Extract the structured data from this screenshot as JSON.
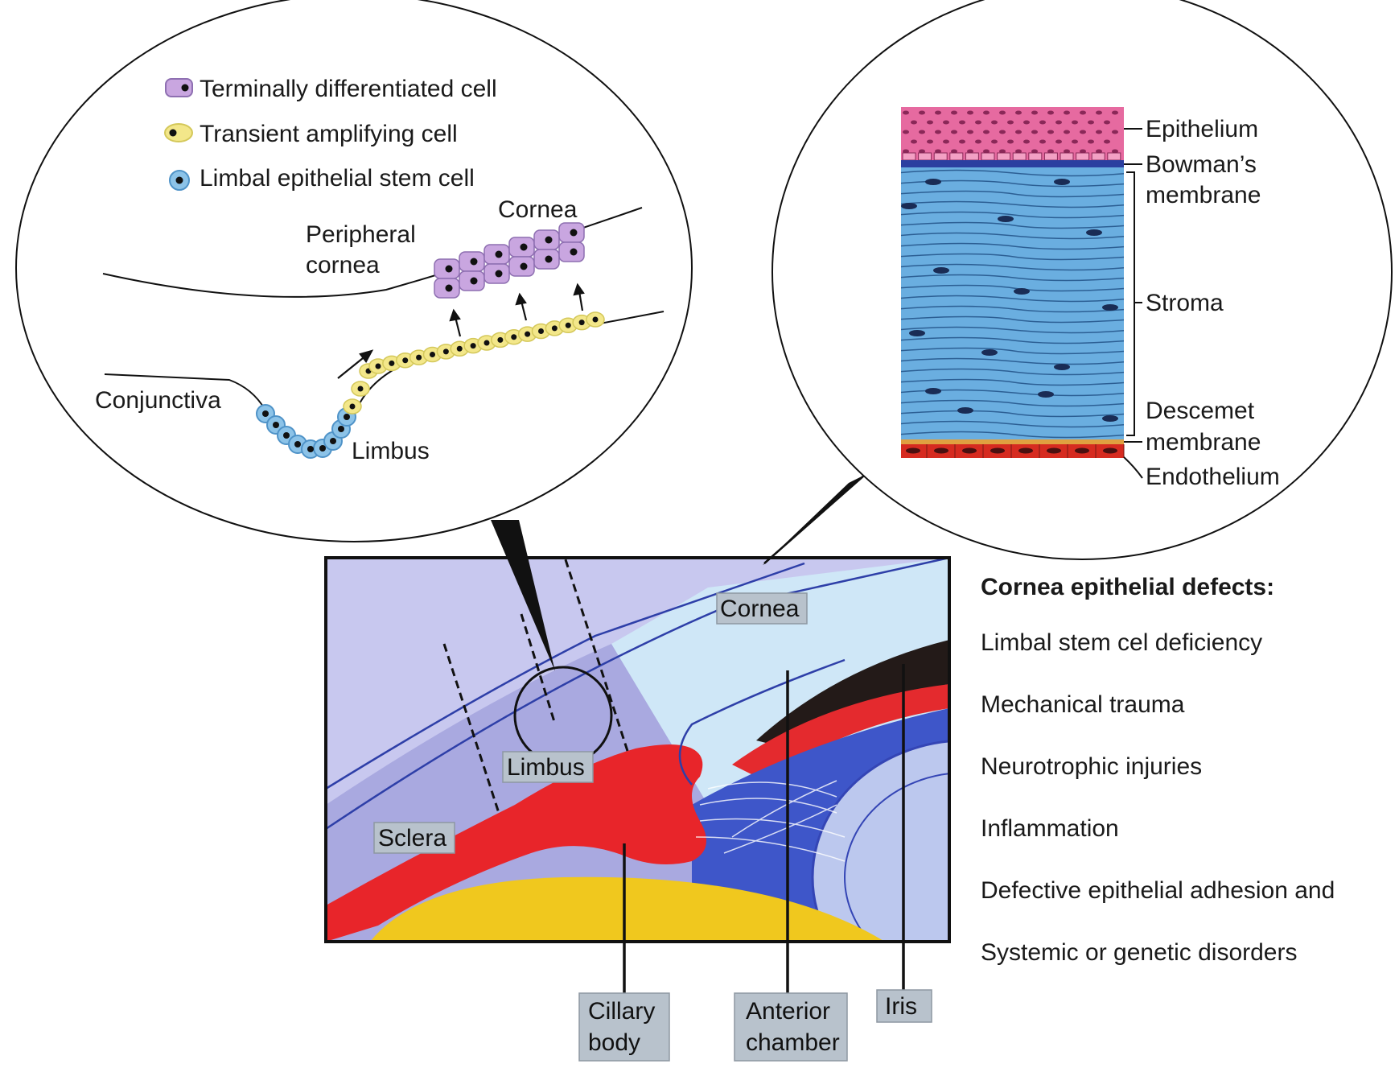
{
  "legend": {
    "terminal": "Terminally differentiated cell",
    "transient": "Transient amplifying cell",
    "stem": "Limbal epithelial stem cell"
  },
  "left_circle": {
    "cornea": "Cornea",
    "peripheral_1": "Peripheral",
    "peripheral_2": "cornea",
    "conjunctiva": "Conjunctiva",
    "limbus": "Limbus"
  },
  "right_circle": {
    "epithelium": "Epithelium",
    "bowman_1": "Bowman’s",
    "bowman_2": "membrane",
    "stroma": "Stroma",
    "descemet_1": "Descemet",
    "descemet_2": "membrane",
    "endothelium": "Endothelium"
  },
  "eye": {
    "cornea": "Cornea",
    "limbus": "Limbus",
    "sclera": "Sclera",
    "ciliary_1": "Cillary",
    "ciliary_2": "body",
    "anterior_1": "Anterior",
    "anterior_2": "chamber",
    "iris": "Iris"
  },
  "defects": {
    "title": "Cornea epithelial defects:",
    "items": [
      "Limbal stem cel deficiency",
      "Mechanical trauma",
      "Neurotrophic injuries",
      "Inflammation",
      "Defective epithelial adhesion and",
      "Systemic or genetic disorders"
    ]
  },
  "colors": {
    "terminal_cell": "#c9a6e0",
    "transient_cell": "#f3e78a",
    "stem_cell": "#8cc3e8",
    "epithelium": "#e66aa0",
    "bowman": "#2b3fa0",
    "stroma": "#6aaee0",
    "endothelium": "#d62b20",
    "sclera": "#b9b9e6",
    "ciliary": "#e8252a",
    "lens": "#f0c81e"
  }
}
